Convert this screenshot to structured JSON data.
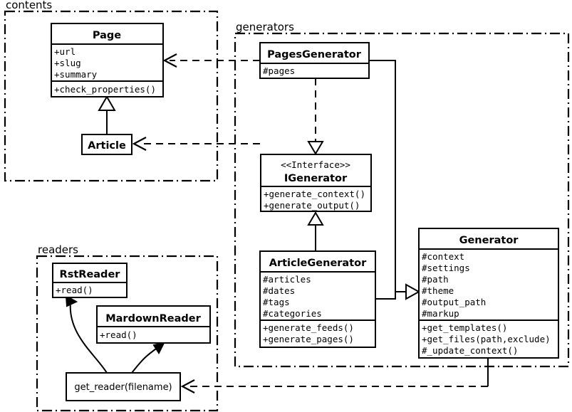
{
  "diagram": {
    "title": "UML class diagram",
    "background": "#ffffff",
    "stroke": "#000000"
  },
  "packages": [
    {
      "id": "contents",
      "label": "contents"
    },
    {
      "id": "generators",
      "label": "generators"
    },
    {
      "id": "readers",
      "label": "readers"
    }
  ],
  "classes": {
    "page": {
      "name": "Page",
      "attributes": [
        "+url",
        "+slug",
        "+summary"
      ],
      "methods": [
        "+check_properties()"
      ]
    },
    "article": {
      "name": "Article",
      "attributes": [],
      "methods": []
    },
    "pages_generator": {
      "name": "PagesGenerator",
      "attributes": [
        "#pages"
      ],
      "methods": []
    },
    "igenerator": {
      "stereotype": "<<Interface>>",
      "name": "IGenerator",
      "attributes": [],
      "methods": [
        "+generate_context()",
        "+generate_output()"
      ]
    },
    "article_generator": {
      "name": "ArticleGenerator",
      "attributes": [
        "#articles",
        "#dates",
        "#tags",
        "#categories"
      ],
      "methods": [
        "+generate_feeds()",
        "+generate_pages()"
      ]
    },
    "generator": {
      "name": "Generator",
      "attributes": [
        "#context",
        "#settings",
        "#path",
        "#theme",
        "#output_path",
        "#markup"
      ],
      "methods": [
        "+get_templates()",
        "+get_files(path,exclude)",
        "#_update_context()"
      ]
    },
    "rst_reader": {
      "name": "RstReader",
      "attributes": [],
      "methods": [
        "+read()"
      ]
    },
    "mardown_reader": {
      "name": "MardownReader",
      "attributes": [],
      "methods": [
        "+read()"
      ]
    },
    "get_reader": {
      "name": "get_reader(filename)"
    }
  },
  "relationships": [
    {
      "id": "article-inherits-page",
      "type": "generalization",
      "from": "Article",
      "to": "Page"
    },
    {
      "id": "pagesgenerator-realizes-igenerator",
      "type": "realization",
      "from": "PagesGenerator",
      "to": "IGenerator"
    },
    {
      "id": "articlegenerator-realizes-igenerator",
      "type": "realization",
      "from": "ArticleGenerator",
      "to": "IGenerator"
    },
    {
      "id": "pagesgenerator-inherits-generator",
      "type": "generalization",
      "from": "PagesGenerator",
      "to": "Generator"
    },
    {
      "id": "articlegenerator-inherits-generator",
      "type": "generalization",
      "from": "ArticleGenerator",
      "to": "Generator"
    },
    {
      "id": "pagesgenerator-uses-page",
      "type": "dependency",
      "from": "PagesGenerator",
      "to": "Page"
    },
    {
      "id": "articlegenerator-uses-article",
      "type": "dependency",
      "from": "ArticleGenerator",
      "to": "Article"
    },
    {
      "id": "generator-uses-get-reader",
      "type": "dependency",
      "from": "Generator",
      "to": "get_reader(filename)"
    },
    {
      "id": "get-reader-creates-rstreader",
      "type": "association",
      "from": "get_reader(filename)",
      "to": "RstReader"
    },
    {
      "id": "get-reader-creates-mardownreader",
      "type": "association",
      "from": "get_reader(filename)",
      "to": "MardownReader"
    }
  ]
}
